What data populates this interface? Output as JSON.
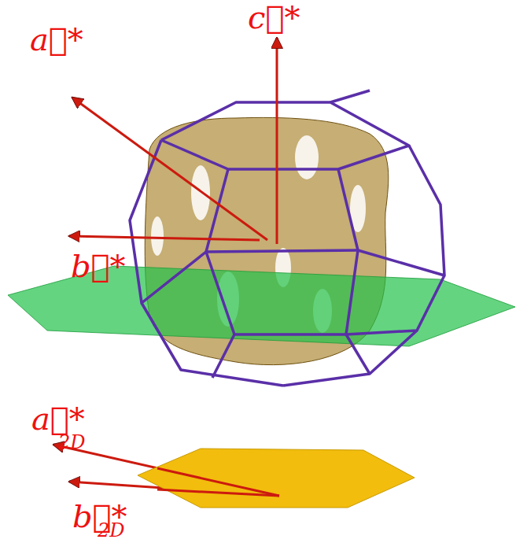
{
  "diagram": {
    "labels": [
      "c⃗*",
      "a⃗*",
      "b⃗*",
      "a⃗*",
      "2D",
      "b⃗*",
      "2D"
    ]
  }
}
